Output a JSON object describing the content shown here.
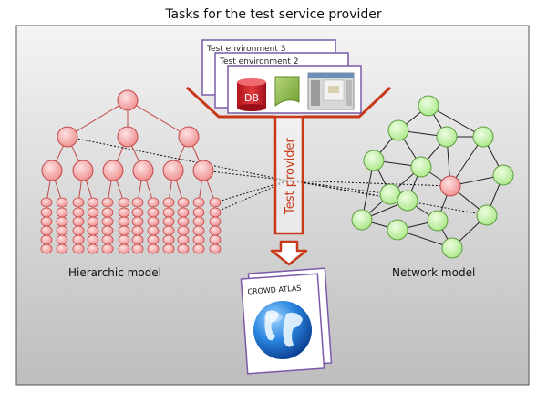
{
  "title": "Tasks for the test service provider",
  "labels": {
    "hierarchic_model": "Hierarchic model",
    "network_model": "Network model",
    "test_provider": "Test provider",
    "db": "DB"
  },
  "environments": [
    "Test environment 3",
    "Test environment 2"
  ],
  "atlas": {
    "title": "CROWD ATLAS"
  },
  "colors": {
    "node_red": "#f4a6a6",
    "node_red_stroke": "#c24848",
    "node_green": "#c6f3a8",
    "node_green_stroke": "#5d9e3e",
    "funnel": "#c8391a",
    "doc_border": "#7a5aa8",
    "globe": "#1c75d1"
  }
}
